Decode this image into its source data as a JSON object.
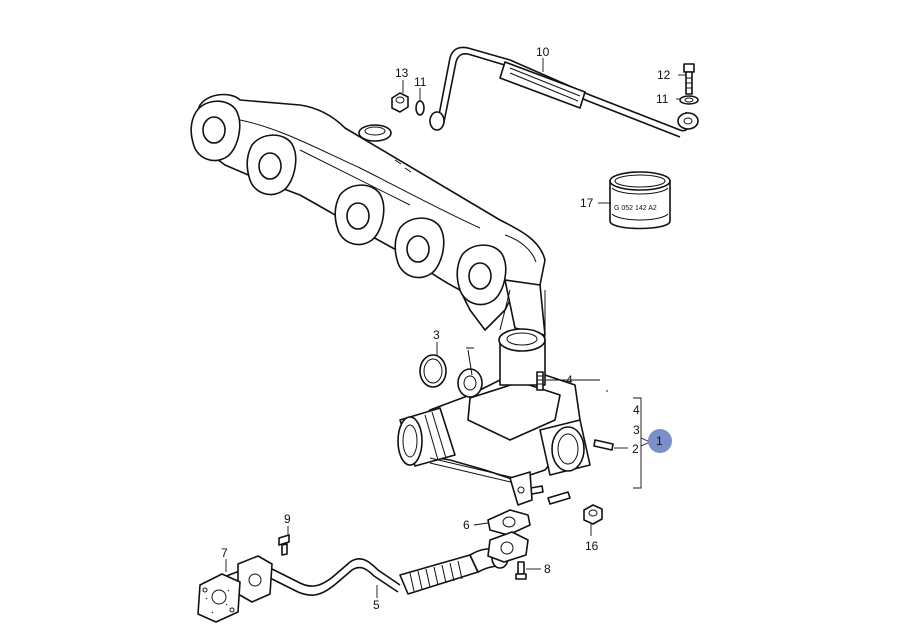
{
  "callouts": {
    "c13": "13",
    "c11a": "11",
    "c10": "10",
    "c12": "12",
    "c11b": "11",
    "c17": "17",
    "c3a": "3",
    "c4a": "4",
    "c4b": "4",
    "c3b": "3",
    "c2": "2",
    "c1": "1",
    "c6": "6",
    "c16": "16",
    "c9": "9",
    "c7": "7",
    "c8": "8",
    "c5": "5"
  },
  "part_marking": "G 052 142 A2",
  "highlight_color": "#7b8fc8"
}
